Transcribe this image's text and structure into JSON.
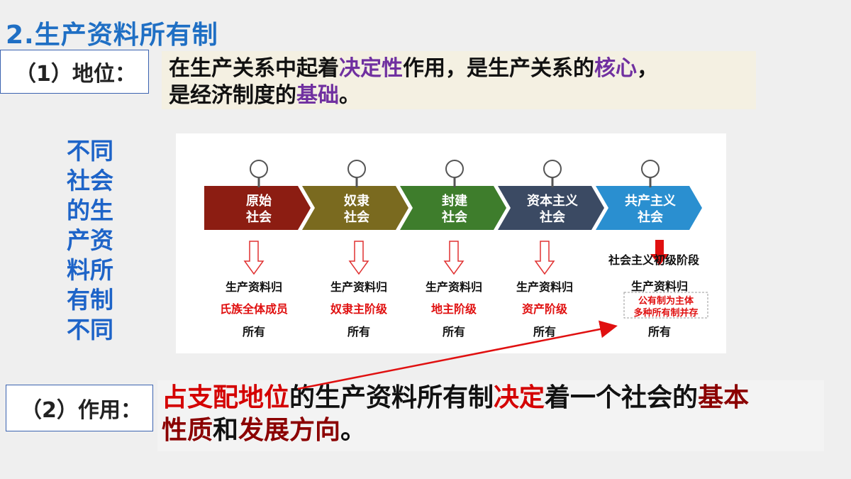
{
  "title": "2.生产资料所有制",
  "position": {
    "label": "（1）地位：",
    "line1_a": "在生产关系中起着",
    "line1_b": "决定性",
    "line1_c": "作用，是生产关系的",
    "line1_d": "核心",
    "line1_e": "，",
    "line2_a": "是经济制度的",
    "line2_b": "基础",
    "line2_c": "。"
  },
  "vertical_text": [
    "不同",
    "社会",
    "的生",
    "产资",
    "料所",
    "有制",
    "不同"
  ],
  "stages": [
    {
      "line1": "原始",
      "line2": "社会",
      "color": "#8c1d12",
      "owner": "氏族全体成员"
    },
    {
      "line1": "奴隶",
      "line2": "社会",
      "color": "#7a6a1f",
      "owner": "奴隶主阶级"
    },
    {
      "line1": "封建",
      "line2": "社会",
      "color": "#3e7d2c",
      "owner": "地主阶级"
    },
    {
      "line1": "资本主义",
      "line2": "社会",
      "color": "#3b4a63",
      "owner": "资产阶级"
    },
    {
      "line1": "共产主义",
      "line2": "社会",
      "color": "#2a8fd0",
      "owner": ""
    }
  ],
  "ownership_prefix": "生产资料归",
  "ownership_suffix": "所有",
  "socialism_label": "社会主义初级阶段",
  "socialism_note_1": "公有制为主体",
  "socialism_note_2": "多种所有制并存",
  "function": {
    "label": "（2）作用：",
    "a": "占支配地位",
    "b": "的生产资料所有制",
    "c": "决定",
    "d": "着一个社会的",
    "e": "基本",
    "f": "性质",
    "g": "和",
    "h": "发展方向",
    "i": "。"
  }
}
